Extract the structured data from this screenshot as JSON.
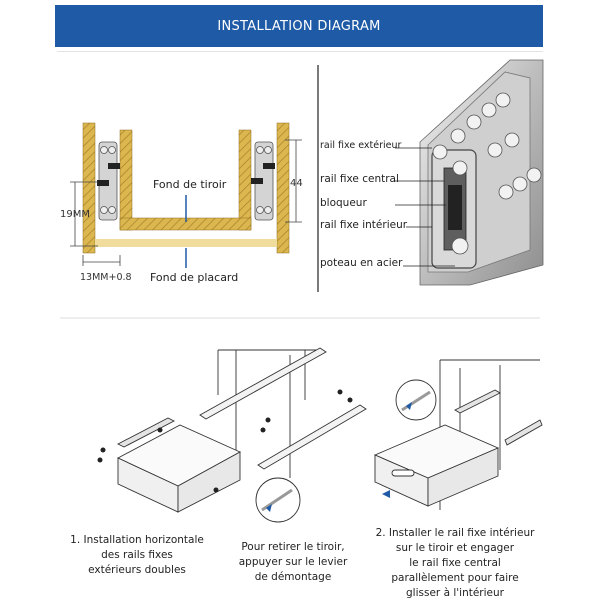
{
  "header": {
    "title": "INSTALLATION DIAGRAM",
    "bg": "#1f5aa6"
  },
  "diagram_left": {
    "label_bottom": "Fond de tiroir",
    "label_cabinet": "Fond de placard",
    "dim_left": "19MM",
    "dim_right": "44",
    "dim_bottom": "13MM+0.8"
  },
  "diagram_right": {
    "labels": [
      "rail fixe extérieur",
      "rail fixe central",
      "bloqueur",
      "rail fixe intérieur",
      "poteau en acier"
    ]
  },
  "captions": {
    "step1": [
      "1. Installation horizontale",
      "des rails fixes",
      "extérieurs doubles"
    ],
    "step_remove": [
      "Pour retirer le tiroir,",
      "appuyer sur le levier",
      "de démontage"
    ],
    "step2": [
      "2. Installer le rail fixe intérieur",
      "sur le tiroir et engager",
      "le rail fixe central",
      "parallèlement pour faire",
      "glisser à l'intérieur"
    ]
  },
  "colors": {
    "wood": "#d8b24a",
    "rail": "#c9c9c9",
    "accent": "#1f5aa6"
  }
}
